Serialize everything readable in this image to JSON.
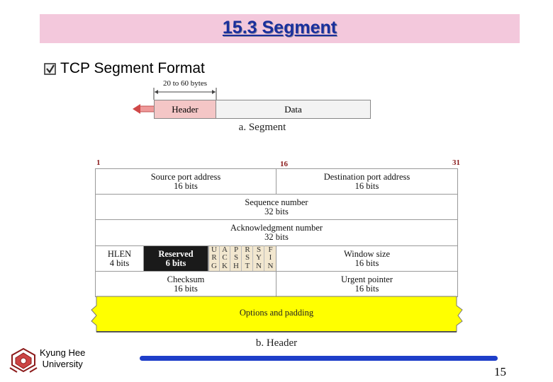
{
  "slide": {
    "title": "15.3 Segment",
    "bullet": "TCP Segment Format",
    "university_line1": "Kyung Hee",
    "university_line2": "University",
    "page_number": "15"
  },
  "segment_figure": {
    "length_label": "20 to 60 bytes",
    "header_label": "Header",
    "data_label": "Data",
    "caption": "a. Segment"
  },
  "header_figure": {
    "bit_start": "1",
    "bit_mid": "16",
    "bit_end": "31",
    "source_port": "Source port address",
    "source_port_bits": "16 bits",
    "dest_port": "Destination port address",
    "dest_port_bits": "16 bits",
    "sequence": "Sequence number",
    "sequence_bits": "32 bits",
    "ack": "Acknowledgment number",
    "ack_bits": "32 bits",
    "hlen": "HLEN",
    "hlen_bits": "4 bits",
    "reserved": "Reserved",
    "reserved_bits": "6 bits",
    "flags": [
      {
        "l1": "U",
        "l2": "R",
        "l3": "G"
      },
      {
        "l1": "A",
        "l2": "C",
        "l3": "K"
      },
      {
        "l1": "P",
        "l2": "S",
        "l3": "H"
      },
      {
        "l1": "R",
        "l2": "S",
        "l3": "T"
      },
      {
        "l1": "S",
        "l2": "Y",
        "l3": "N"
      },
      {
        "l1": "F",
        "l2": "I",
        "l3": "N"
      }
    ],
    "window": "Window size",
    "window_bits": "16 bits",
    "checksum": "Checksum",
    "checksum_bits": "16 bits",
    "urgent": "Urgent pointer",
    "urgent_bits": "16 bits",
    "options": "Options and padding",
    "caption": "b. Header"
  },
  "colors": {
    "title_bg": "#f3c8dc",
    "title_text": "#1a2f9c",
    "header_box": "#f4c6c6",
    "reserved_bg": "#1a1a1a",
    "flags_bg": "#f2e7cf",
    "options_bg": "#ffff00",
    "accent_line": "#1e3ec9"
  },
  "icons": {
    "bullet": "checkbox-bullet-icon",
    "left_arrow": "left-arrow-icon",
    "logo": "university-logo-icon"
  }
}
